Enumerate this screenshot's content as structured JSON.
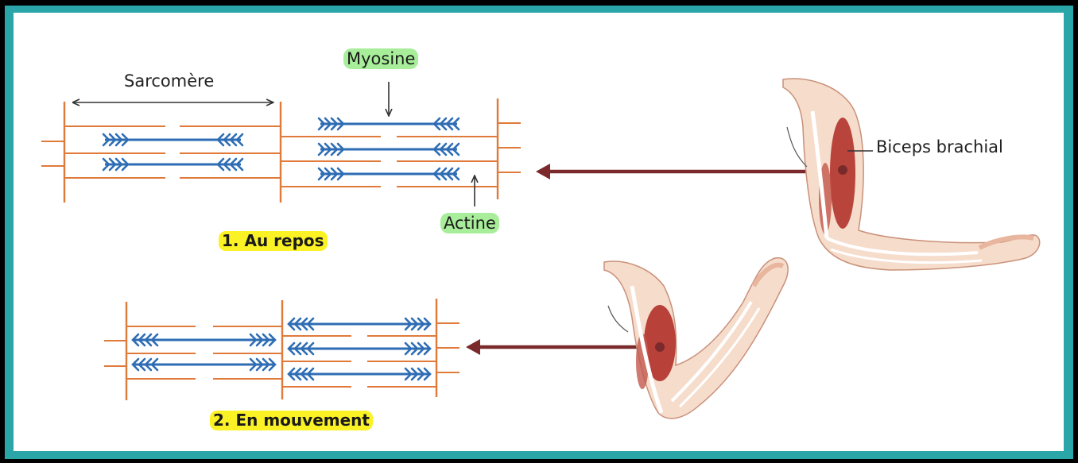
{
  "labels": {
    "sarcomere": "Sarcomère",
    "myosin": "Myosine",
    "actin": "Actine",
    "biceps": "Biceps brachial",
    "state_rest": "1. Au repos",
    "state_motion": "2. En mouvement"
  },
  "colors": {
    "frame_teal": "#2aa6a8",
    "actin_orange": "#e07a3a",
    "myosin_blue": "#2e6db4",
    "arrow_brown": "#7a2a2a",
    "muscle_red": "#b2332c",
    "highlight_green": "#a8ee9a",
    "highlight_yellow": "#fbf226"
  }
}
